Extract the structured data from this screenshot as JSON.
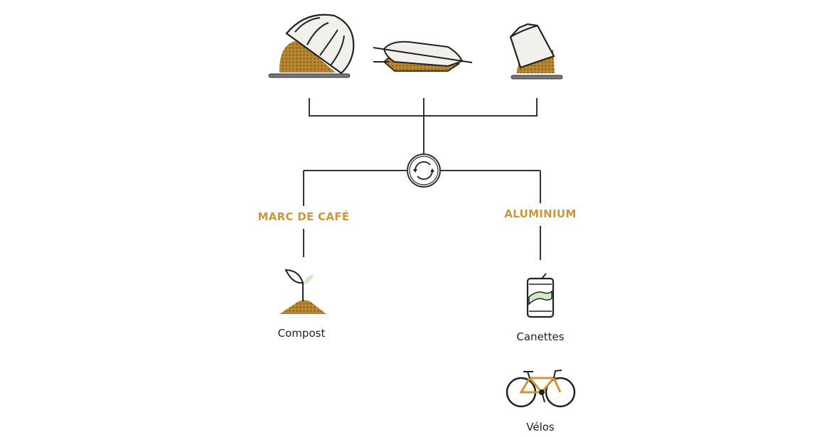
{
  "categories": [
    {
      "label": "MARC DE CAFÉ",
      "outputs": [
        "Compost"
      ]
    },
    {
      "label": "ALUMINIUM",
      "outputs": [
        "Canettes",
        "Vélos"
      ]
    }
  ],
  "icons": [
    "capsule-original-icon",
    "capsule-flat-icon",
    "capsule-vertuo-icon",
    "recycle-icon",
    "plant-compost-icon",
    "can-icon",
    "bicycle-icon"
  ],
  "colors": {
    "gold": "#c9973e",
    "coffee": "#b8862e",
    "line": "#333333",
    "capsule": "#f1f0ea",
    "green": "#cfe9c9"
  }
}
